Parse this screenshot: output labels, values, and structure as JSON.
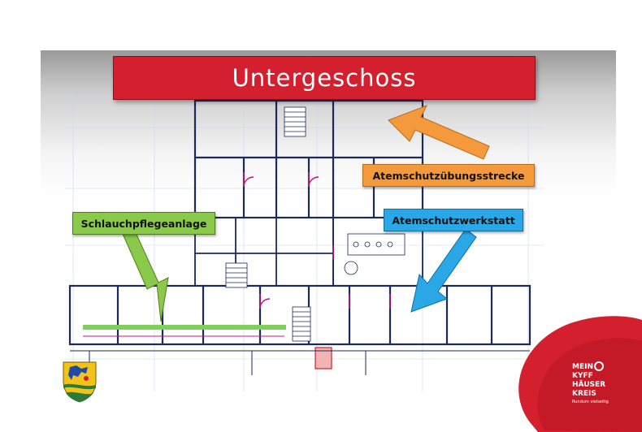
{
  "title": "Untergeschoss",
  "labels": {
    "atemschutzuebungsstrecke": "Atemschutzübungsstrecke",
    "atemschutzwerkstatt": "Atemschutzwerkstatt",
    "schlauchpflegeanlage": "Schlauchpflegeanlage"
  },
  "logo": {
    "line1": "MEIN",
    "line2": "KYFF",
    "line3": "HÄUSER",
    "line4": "KREIS",
    "tagline": "Rundum vielseitig"
  },
  "colors": {
    "banner": "#d4202e",
    "orange_arrow": "#f59a3c",
    "blue_arrow": "#2aa7e6",
    "green_arrow": "#8bc94a",
    "logo_red": "#d4202e"
  },
  "icons": [
    "coat-of-arms-icon",
    "kyffhaeuserkreis-logo"
  ]
}
